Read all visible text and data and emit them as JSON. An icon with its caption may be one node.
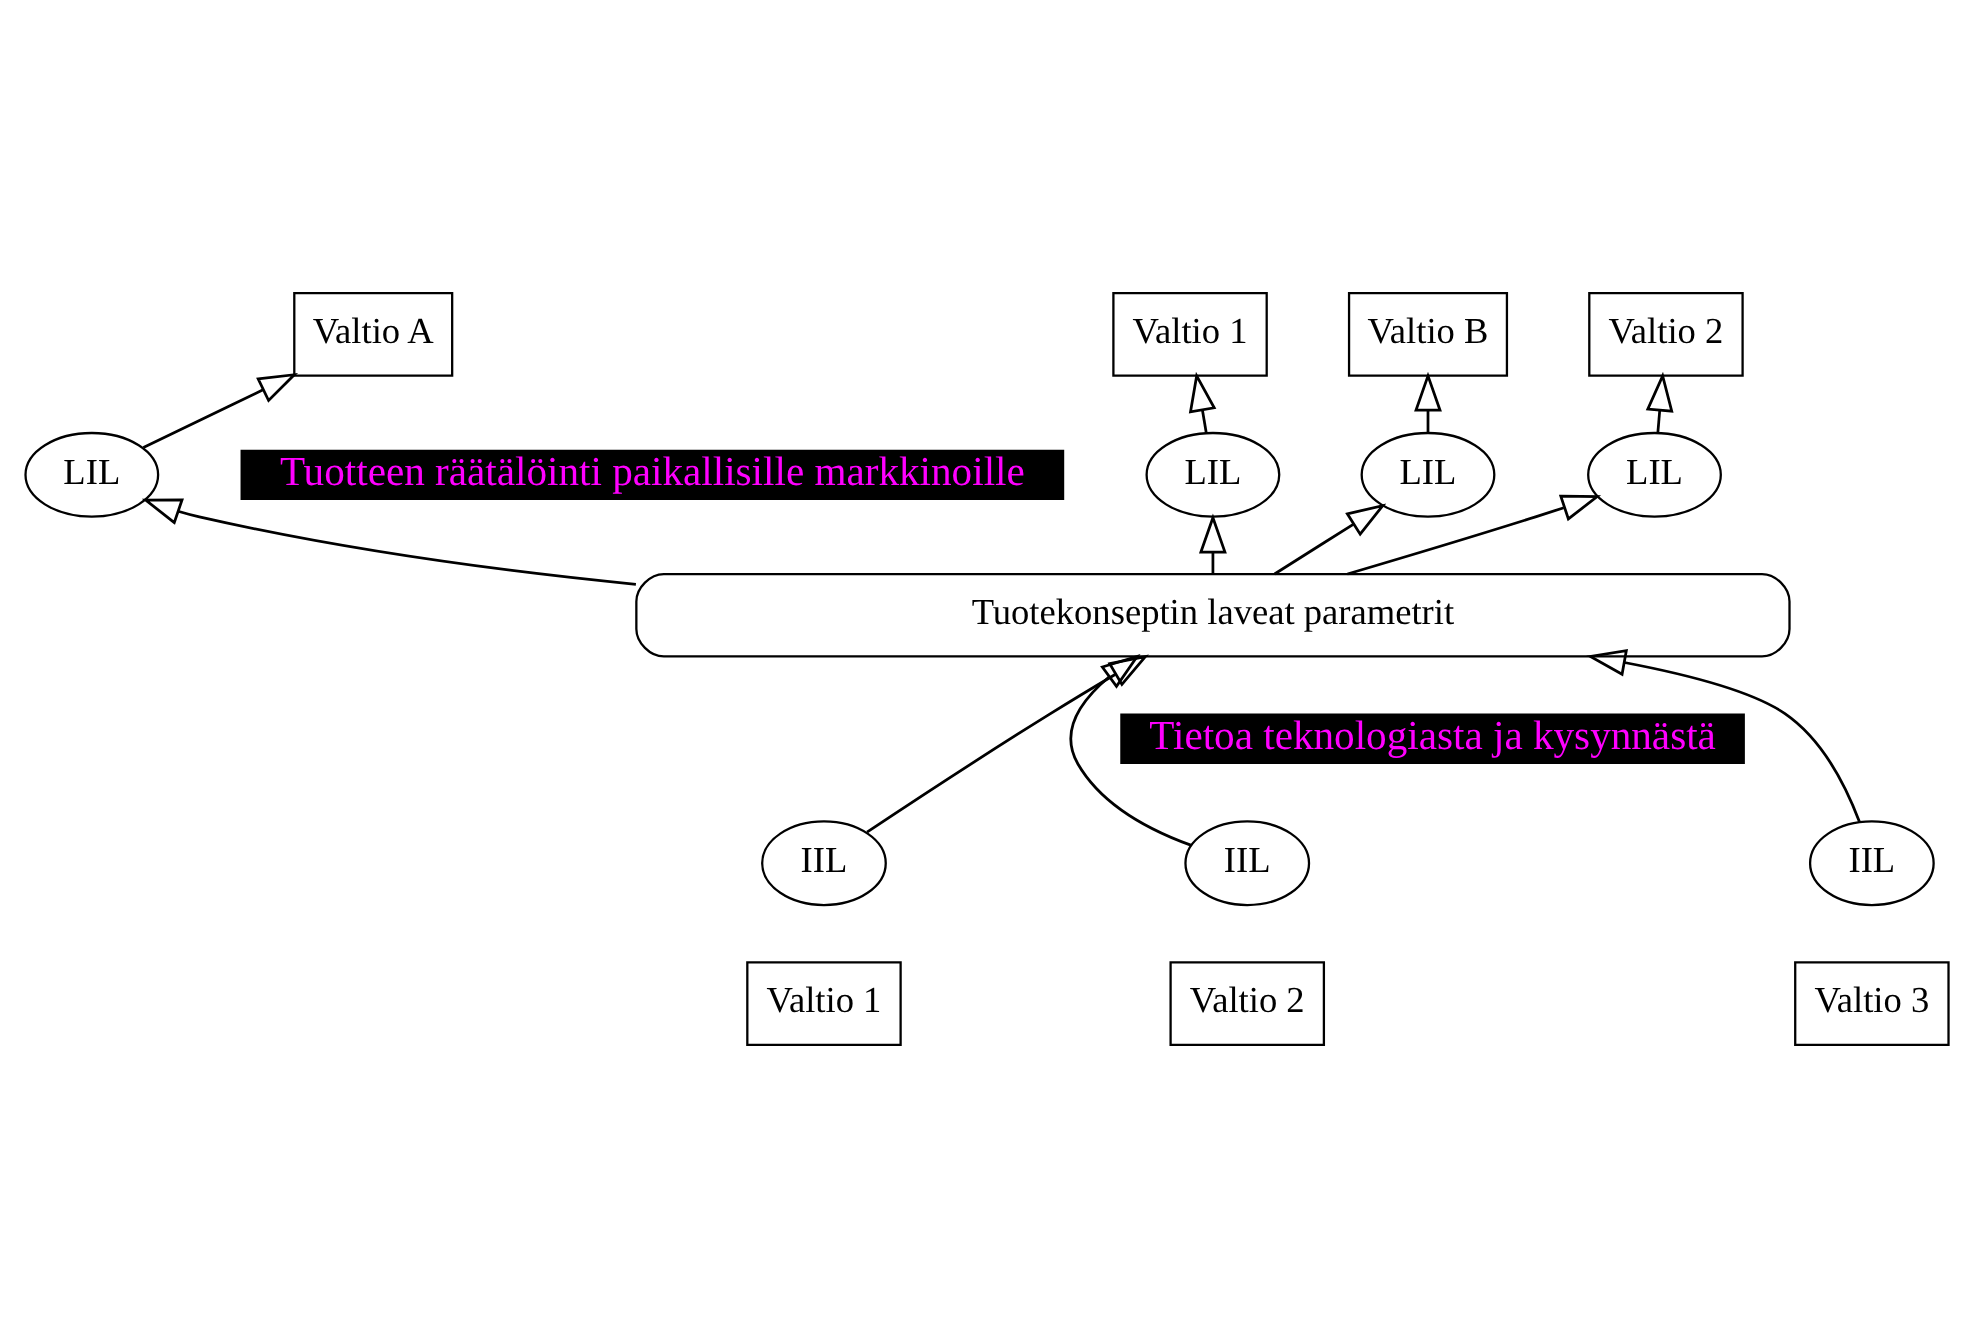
{
  "diagram": {
    "nodes": [
      {
        "text": [
          "Valtio A"
        ]
      },
      {
        "text": [
          "Valtio 1"
        ]
      },
      {
        "text": [
          "Valtio B"
        ]
      },
      {
        "text": [
          "Valtio 2"
        ]
      },
      {
        "text": [
          "LIL"
        ]
      },
      {
        "text": [
          "LIL"
        ]
      },
      {
        "text": [
          "LIL"
        ]
      },
      {
        "text": [
          "LIL"
        ]
      },
      {
        "text": [
          "Tuotekonseptin laveat parametrit"
        ]
      },
      {
        "text": [
          "IIL"
        ]
      },
      {
        "text": [
          "IIL"
        ]
      },
      {
        "text": [
          "IIL"
        ]
      },
      {
        "text": [
          "Valtio 1"
        ]
      },
      {
        "text": [
          "Valtio 2"
        ]
      },
      {
        "text": [
          "Valtio 3"
        ]
      }
    ],
    "edges": [
      {
        "from": 4,
        "to": 0,
        "arrow": "to"
      },
      {
        "from": 5,
        "to": 1,
        "arrow": "to"
      },
      {
        "from": 6,
        "to": 2,
        "arrow": "to"
      },
      {
        "from": 7,
        "to": 3,
        "arrow": "to"
      },
      {
        "from": 8,
        "to": 4,
        "arrow": "to"
      },
      {
        "from": 8,
        "to": 5,
        "arrow": "to"
      },
      {
        "from": 8,
        "to": 6,
        "arrow": "to"
      },
      {
        "from": 8,
        "to": 7,
        "arrow": "to"
      },
      {
        "from": 9,
        "to": 8,
        "arrow": "to"
      },
      {
        "from": 10,
        "to": 8,
        "arrow": "to"
      },
      {
        "from": 11,
        "to": 8,
        "arrow": "to"
      }
    ],
    "labels": [
      "Tuotteen räätälöinti paikallisille markkinoille",
      "Tietoa teknologiasta ja kysynnästä"
    ]
  }
}
